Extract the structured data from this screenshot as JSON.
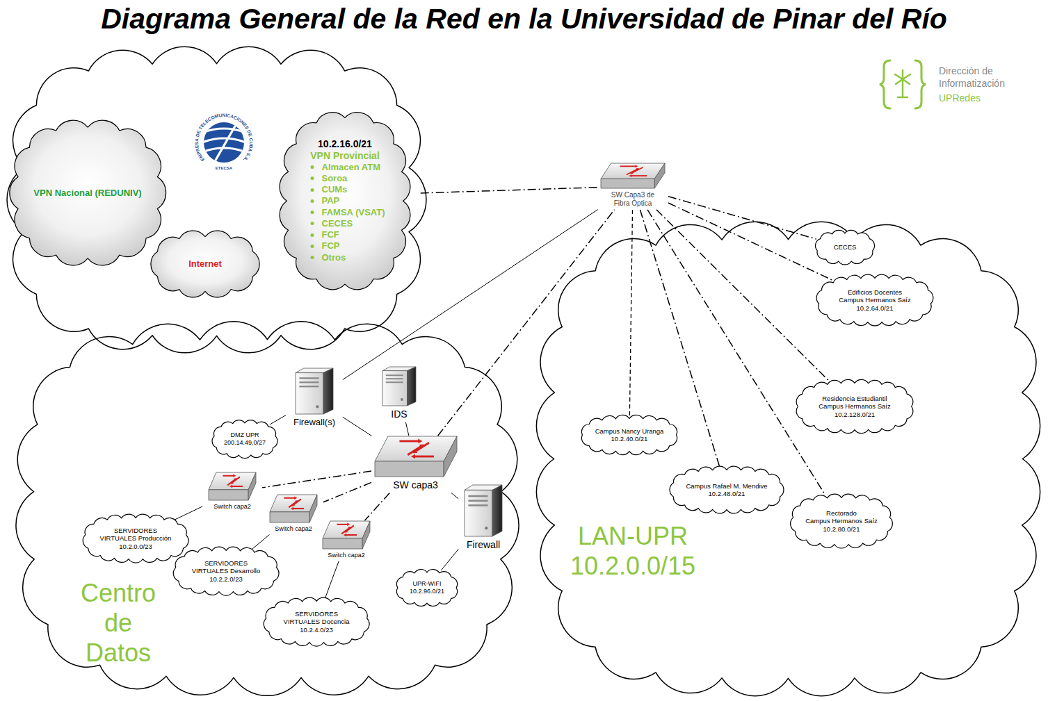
{
  "diagram": {
    "title": "Diagrama General de la Red en la Universidad de Pinar del Río",
    "nodes": [
      {
        "text": [
          "EMPRESA DE TELECOMUNICACIONES DE CUBA S.A.",
          "ETECSA"
        ]
      },
      {
        "text": [
          "VPN Nacional (REDUNIV)"
        ],
        "in": 0
      },
      {
        "text": [
          "Internet"
        ],
        "in": 0
      },
      {
        "text": [
          "10.2.16.0/21",
          "VPN Provincial",
          "Almacen ATM",
          "Soroa",
          "CUMs",
          "PAP",
          "FAMSA (VSAT)",
          "CECES",
          "FCF",
          "FCP",
          "Otros"
        ],
        "in": 0
      },
      {
        "text": [
          "SW Capa3 de Fibra Óptica"
        ]
      },
      {
        "text": [
          "Centro de Datos"
        ]
      },
      {
        "text": [
          "Firewall(s)"
        ],
        "in": 5
      },
      {
        "text": [
          "IDS"
        ],
        "in": 5
      },
      {
        "text": [
          "DMZ UPR",
          "200.14.49.0/27"
        ],
        "in": 5
      },
      {
        "text": [
          "SW capa3"
        ],
        "in": 5
      },
      {
        "text": [
          "Switch capa2"
        ],
        "in": 5
      },
      {
        "text": [
          "Switch capa2"
        ],
        "in": 5
      },
      {
        "text": [
          "Switch capa2"
        ],
        "in": 5
      },
      {
        "text": [
          "SERVIDORES VIRTUALES Producción",
          "10.2.0.0/23"
        ],
        "in": 5
      },
      {
        "text": [
          "SERVIDORES VIRTUALES Desarrollo",
          "10.2.2.0/23"
        ],
        "in": 5
      },
      {
        "text": [
          "SERVIDORES VIRTUALES Docencia",
          "10.2.4.0/23"
        ],
        "in": 5
      },
      {
        "text": [
          "Firewall"
        ],
        "in": 5
      },
      {
        "text": [
          "UPR-WIFI",
          "10.2.96.0/21"
        ],
        "in": 5
      },
      {
        "text": [
          "LAN-UPR",
          "10.2.0.0/15"
        ]
      },
      {
        "text": [
          "CECES"
        ],
        "in": 18
      },
      {
        "text": [
          "Edificios Docentes",
          "Campus Hermanos Saíz",
          "10.2.64.0/21"
        ],
        "in": 18
      },
      {
        "text": [
          "Residencia Estudiantil",
          "Campus Hermanos Saíz",
          "10.2.128.0/21"
        ],
        "in": 18
      },
      {
        "text": [
          "Campus Nancy Uranga",
          "10.2.40.0/21"
        ],
        "in": 18
      },
      {
        "text": [
          "Campus Rafael M. Mendive",
          "10.2.48.0/21"
        ],
        "in": 18
      },
      {
        "text": [
          "Rectorado",
          "Campus Hermanos Saíz",
          "10.2.80.0/21"
        ],
        "in": 18
      }
    ],
    "edges": [
      {
        "from": 0,
        "to": 4,
        "arrow": "none"
      },
      {
        "from": 6,
        "to": 4,
        "arrow": "none"
      },
      {
        "from": 9,
        "to": 4,
        "arrow": "none"
      },
      {
        "from": 4,
        "to": 19,
        "arrow": "none"
      },
      {
        "from": 4,
        "to": 20,
        "arrow": "none"
      },
      {
        "from": 4,
        "to": 21,
        "arrow": "none"
      },
      {
        "from": 4,
        "to": 24,
        "arrow": "none"
      },
      {
        "from": 4,
        "to": 23,
        "arrow": "none"
      },
      {
        "from": 4,
        "to": 22,
        "arrow": "none"
      },
      {
        "from": 6,
        "to": 8,
        "arrow": "none"
      },
      {
        "from": 6,
        "to": 9,
        "arrow": "none"
      },
      {
        "from": 7,
        "to": 9,
        "arrow": "none"
      },
      {
        "from": 9,
        "to": 16,
        "arrow": "none"
      },
      {
        "from": 16,
        "to": 17,
        "arrow": "none"
      },
      {
        "from": 9,
        "to": 10,
        "arrow": "none"
      },
      {
        "from": 9,
        "to": 11,
        "arrow": "none"
      },
      {
        "from": 9,
        "to": 12,
        "arrow": "none"
      },
      {
        "from": 10,
        "to": 13,
        "arrow": "none"
      },
      {
        "from": 11,
        "to": 14,
        "arrow": "none"
      },
      {
        "from": 12,
        "to": 15,
        "arrow": "none"
      }
    ],
    "labels": [
      "Dirección de Informatización",
      "UPRedes"
    ]
  }
}
